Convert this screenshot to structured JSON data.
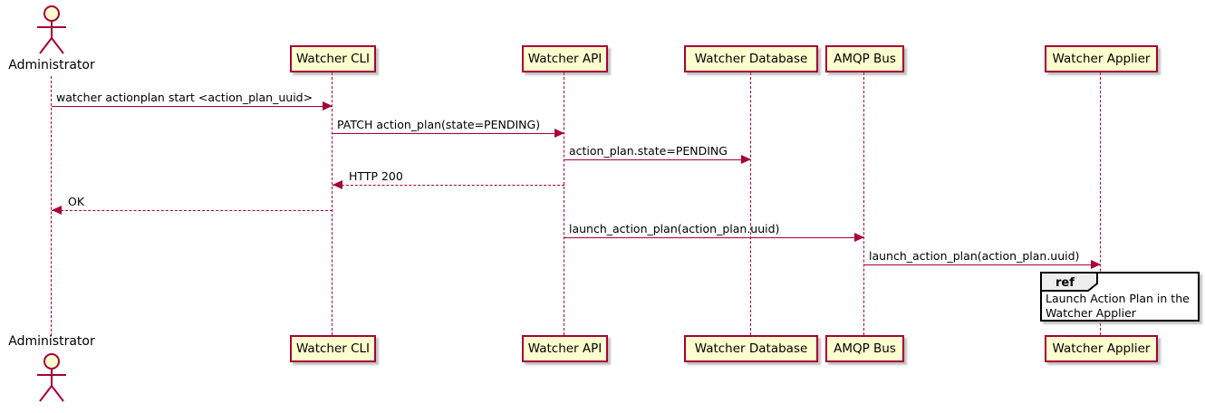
{
  "diagram": {
    "type": "sequence",
    "actor": {
      "name": "Administrator"
    },
    "participants": [
      {
        "name": "Watcher CLI"
      },
      {
        "name": "Watcher API"
      },
      {
        "name": "Watcher Database"
      },
      {
        "name": "AMQP Bus"
      },
      {
        "name": "Watcher Applier"
      }
    ],
    "messages": [
      {
        "from": "Administrator",
        "to": "Watcher CLI",
        "label": "watcher actionplan start <action_plan_uuid>",
        "style": "solid"
      },
      {
        "from": "Watcher CLI",
        "to": "Watcher API",
        "label": "PATCH action_plan(state=PENDING)",
        "style": "solid"
      },
      {
        "from": "Watcher API",
        "to": "Watcher Database",
        "label": "action_plan.state=PENDING",
        "style": "solid"
      },
      {
        "from": "Watcher API",
        "to": "Watcher CLI",
        "label": "HTTP 200",
        "style": "dashed"
      },
      {
        "from": "Watcher CLI",
        "to": "Administrator",
        "label": "OK",
        "style": "dashed"
      },
      {
        "from": "Watcher API",
        "to": "AMQP Bus",
        "label": "launch_action_plan(action_plan.uuid)",
        "style": "solid"
      },
      {
        "from": "AMQP Bus",
        "to": "Watcher Applier",
        "label": "launch_action_plan(action_plan.uuid)",
        "style": "solid"
      }
    ],
    "ref": {
      "keyword": "ref",
      "text": "Launch Action Plan in the Watcher Applier"
    },
    "colors": {
      "accent": "#A80036",
      "participant_fill": "#FEFECE",
      "ref_header_fill": "#EEEEEE",
      "ref_border": "#000000",
      "background": "#FFFFFF"
    }
  }
}
